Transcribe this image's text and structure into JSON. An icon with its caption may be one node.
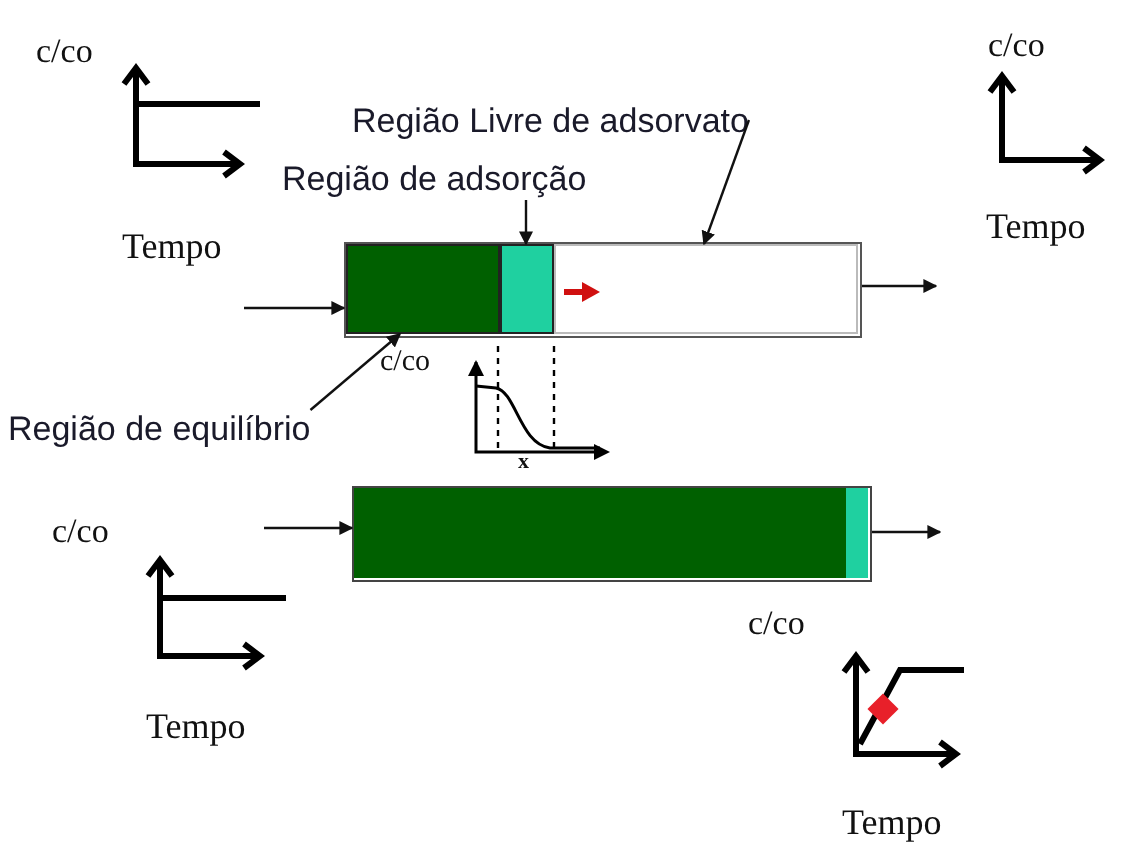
{
  "diagram": {
    "nodes": [
      {
        "text": [],
        "shape": "box"
      },
      {
        "text": [],
        "shape": "box",
        "in": 0
      },
      {
        "text": [],
        "shape": "box",
        "in": 0
      },
      {
        "text": [],
        "shape": "box",
        "in": 0
      },
      {
        "text": [
          "Região Livre de adsorvato"
        ]
      },
      {
        "text": [
          "Região de adsorção"
        ]
      },
      {
        "text": [
          "Região de equilíbrio"
        ]
      },
      {
        "text": [],
        "shape": "box"
      },
      {
        "text": [],
        "shape": "box",
        "in": 7
      },
      {
        "text": [],
        "shape": "box",
        "in": 7
      }
    ],
    "edges": [
      {
        "from": null,
        "to": 0,
        "arrow": "to"
      },
      {
        "from": 0,
        "to": null,
        "arrow": "to"
      },
      {
        "from": null,
        "to": 7,
        "arrow": "to"
      },
      {
        "from": 7,
        "to": null,
        "arrow": "to"
      },
      {
        "from": 4,
        "to": 3,
        "arrow": "to"
      },
      {
        "from": 5,
        "to": 2,
        "arrow": "to"
      },
      {
        "from": 6,
        "to": 1,
        "arrow": "to"
      }
    ],
    "labels": [
      "c/co",
      "c/co",
      "Tempo",
      "Tempo",
      "c/co",
      "x",
      "c/co",
      "c/co",
      "Tempo",
      "Tempo"
    ]
  }
}
